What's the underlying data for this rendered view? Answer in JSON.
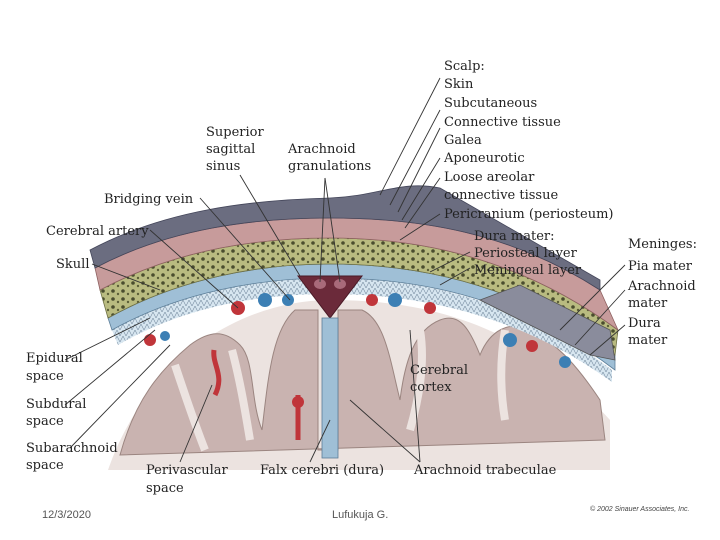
{
  "labels": {
    "scalp": "Scalp:",
    "skin": "Skin",
    "subcutaneous": "Subcutaneous",
    "connective_tissue": "Connective tissue",
    "galea": "Galea",
    "aponeurotic": "Aponeurotic",
    "loose_areolar": "Loose areolar",
    "loose_areolar_2": "connective tissue",
    "pericranium": "Pericranium (periosteum)",
    "dura_mater": "Dura mater:",
    "periosteal_layer": "Periosteal layer",
    "meningeal_layer": "Meningeal layer",
    "meninges": "Meninges:",
    "pia_mater": "Pia mater",
    "arachnoid_mater_1": "Arachnoid",
    "arachnoid_mater_2": "mater",
    "dura_1": "Dura",
    "dura_2": "mater",
    "superior_sagittal_1": "Superior",
    "superior_sagittal_2": "sagittal",
    "superior_sagittal_3": "sinus",
    "arachnoid_gran_1": "Arachnoid",
    "arachnoid_gran_2": "granulations",
    "bridging_vein": "Bridging vein",
    "cerebral_artery": "Cerebral artery",
    "skull": "Skull",
    "epidural_1": "Epidural",
    "epidural_2": "space",
    "subdural_1": "Subdural",
    "subdural_2": "space",
    "subarachnoid_1": "Subarachnoid",
    "subarachnoid_2": "space",
    "perivascular_1": "Perivascular",
    "perivascular_2": "space",
    "falx_cerebri": "Falx cerebri (dura)",
    "arachnoid_trabeculae": "Arachnoid trabeculae",
    "cerebral_cortex_1": "Cerebral",
    "cerebral_cortex_2": "cortex"
  },
  "footer": {
    "date": "12/3/2020",
    "author": "Lufukuja G.",
    "copyright": "© 2002 Sinauer Associates, Inc."
  },
  "colors": {
    "skin": "#6b6d80",
    "galea": "#c79b9b",
    "bone": "#b8ba7e",
    "dura": "#9fbfd6",
    "cortex": "#c9b3b0",
    "white_matter": "#ece3e0",
    "artery": "#c0353a",
    "vein": "#3c7fb4",
    "sinus": "#6b2a3a"
  }
}
